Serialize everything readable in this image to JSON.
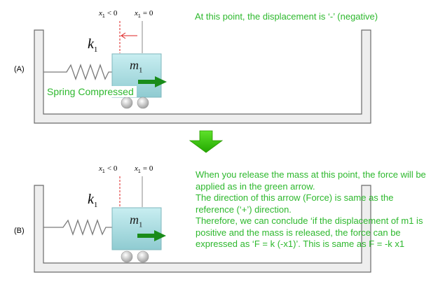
{
  "panel_a": {
    "label": "(A)",
    "note": "At this point, the displacement is ‘-’ (negative)",
    "x_neg_label": "x",
    "x_neg_sub": "1",
    "x_neg_rel": "< 0",
    "x_zero_label": "x",
    "x_zero_sub": "1",
    "x_zero_rel": "= 0",
    "k_label": "k",
    "k_sub": "1",
    "mass_label": "m",
    "mass_sub": "1",
    "callout": "Spring Compressed"
  },
  "panel_b": {
    "label": "(B)",
    "note": "When you release the mass at this point, the force will be applied as in the green arrow.\nThe direction of this arrow (Force) is same as the reference (‘+’) direction.\nTherefore, we can conclude ‘if the displacement of m1 is positive and the mass is released, the force can be expressed as ‘F = k (-x1)’. This is same as F = -k x1",
    "x_neg_label": "x",
    "x_neg_sub": "1",
    "x_neg_rel": "< 0",
    "x_zero_label": "x",
    "x_zero_sub": "1",
    "x_zero_rel": "= 0",
    "k_label": "k",
    "k_sub": "1",
    "mass_label": "m",
    "mass_sub": "1"
  },
  "colors": {
    "note_green": "#2db82d",
    "arrow_green": "#1a8c1a",
    "big_arrow_green": "#33cc00",
    "mass_fill": "#a7dbe0",
    "container_fill": "#e8e8e8",
    "dashed_red": "#dd2222"
  }
}
